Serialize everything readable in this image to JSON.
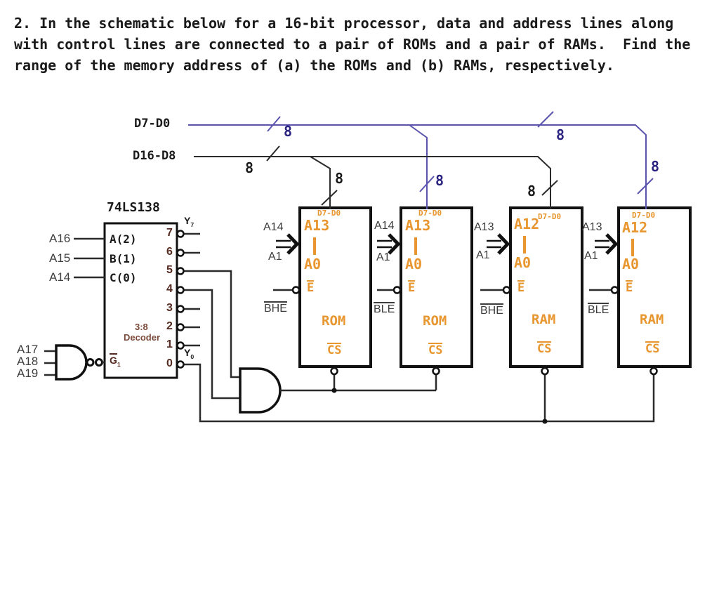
{
  "problem_text": {
    "line1": "2. In the schematic below for a 16-bit processor, data and address lines along",
    "line2": "with control lines are connected to a pair of ROMs and a pair of RAMs.  Find the",
    "line3": "range of the memory address of (a) the ROMs and (b) RAMs, respectively."
  },
  "buses": {
    "low_byte_label": "D7-D0",
    "high_byte_label": "D16-D8",
    "bus_width": "8"
  },
  "decoder": {
    "part_number": "74LS138",
    "type_line1": "3:8",
    "type_line2": "Decoder",
    "address_inputs": [
      {
        "signal": "A16",
        "pin_label": "A(2)"
      },
      {
        "signal": "A15",
        "pin_label": "B(1)"
      },
      {
        "signal": "A14",
        "pin_label": "C(0)"
      }
    ],
    "enable_label": "G",
    "enable_sub": "1",
    "output_pins": [
      "7",
      "6",
      "5",
      "4",
      "3",
      "2",
      "1",
      "0"
    ],
    "y_top": "Y",
    "y_top_sub": "7",
    "y_bottom": "Y",
    "y_bottom_sub": "0"
  },
  "enable_gate_inputs": [
    "A17",
    "A18",
    "A19"
  ],
  "chips": [
    {
      "type": "ROM",
      "bus_label": "D7-D0",
      "addr_high": "A13",
      "addr_low": "A0",
      "ext_high": "A14",
      "ext_low": "A1",
      "enable": "E",
      "byte_sel": "BHE",
      "chip_sel": "CS"
    },
    {
      "type": "ROM",
      "bus_label": "D7-D0",
      "addr_high": "A13",
      "addr_low": "A0",
      "ext_high": "A14",
      "ext_low": "A1",
      "enable": "E",
      "byte_sel": "BLE",
      "chip_sel": "CS"
    },
    {
      "type": "RAM",
      "bus_label": "D7-D0",
      "addr_high": "A12",
      "addr_low": "A0",
      "ext_high": "A13",
      "ext_low": "A1",
      "enable": "E",
      "byte_sel": "BHE",
      "chip_sel": "CS"
    },
    {
      "type": "RAM",
      "bus_label": "D7-D0",
      "addr_high": "A12",
      "addr_low": "A0",
      "ext_high": "A13",
      "ext_low": "A1",
      "enable": "E",
      "byte_sel": "BLE",
      "chip_sel": "CS"
    }
  ],
  "colors": {
    "bus_blue": "#5b54ae",
    "badge_blue": "#2b2380",
    "chip_text_orange": "#e8962f",
    "label_gray": "#3d3d3d",
    "pin_maroon": "#54291f",
    "wire_black": "#2b2b2b"
  }
}
